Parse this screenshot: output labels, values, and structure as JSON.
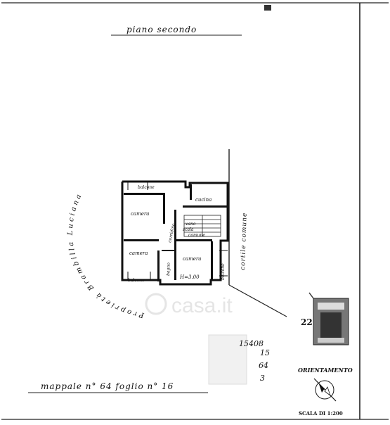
{
  "title": "piano secondo",
  "rooms": {
    "balcone_top": "balcone",
    "camera_top": "camera",
    "corridoio": "corridoio",
    "cucina": "cucina",
    "vano_scala": "vano",
    "scala": "scala",
    "comune": "comune",
    "camera_left": "camera",
    "bagno": "bagno",
    "camera_right": "camera",
    "balcone_bottom": "balcone",
    "balcone_right": "balcone",
    "height": "H=3.00"
  },
  "owner_label": "Proprietà Brambilla Luciana",
  "courtyard": "cortile comune",
  "stamp_number": "22",
  "refs": [
    "15408",
    "15",
    "64",
    "3"
  ],
  "mappale_label": "mappale n° 64  foglio n° 16",
  "orientation_label": "ORIENTAMENTO",
  "scale_label": "SCALA DI 1:200",
  "watermark": "casa.it"
}
